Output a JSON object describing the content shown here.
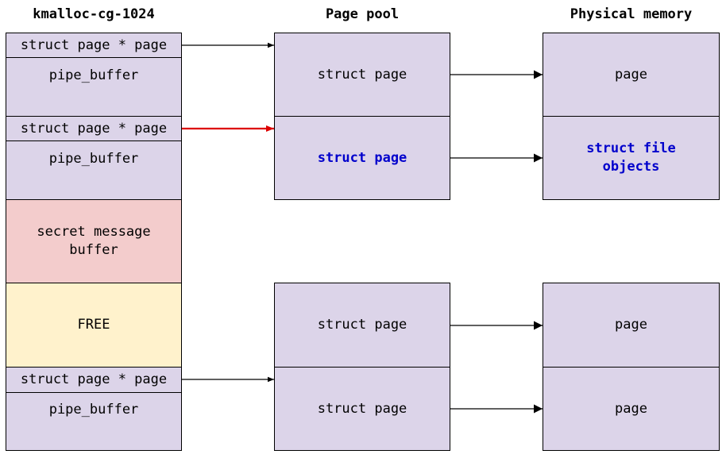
{
  "columns": {
    "slab_title": "kmalloc-cg-1024",
    "pool_title": "Page pool",
    "phys_title": "Physical memory"
  },
  "slab": {
    "pipe1": {
      "ptr_label": "struct page * page",
      "name": "pipe_buffer"
    },
    "pipe2": {
      "ptr_label": "struct page * page",
      "name": "pipe_buffer"
    },
    "secret": "secret message\nbuffer",
    "free": "FREE",
    "pipe3": {
      "ptr_label": "struct page * page",
      "name": "pipe_buffer"
    }
  },
  "pool": {
    "p1": "struct page",
    "p2": "struct page",
    "p3": "struct page",
    "p4": "struct page"
  },
  "phys": {
    "m1": "page",
    "m2": "struct file\nobjects",
    "m3": "page",
    "m4": "page"
  },
  "colors": {
    "box_fill": "#dcd4e9",
    "secret_fill": "#f3cccc",
    "free_fill": "#fff2cc",
    "highlight_text": "#0000cc",
    "highlight_arrow": "#dd0000"
  }
}
